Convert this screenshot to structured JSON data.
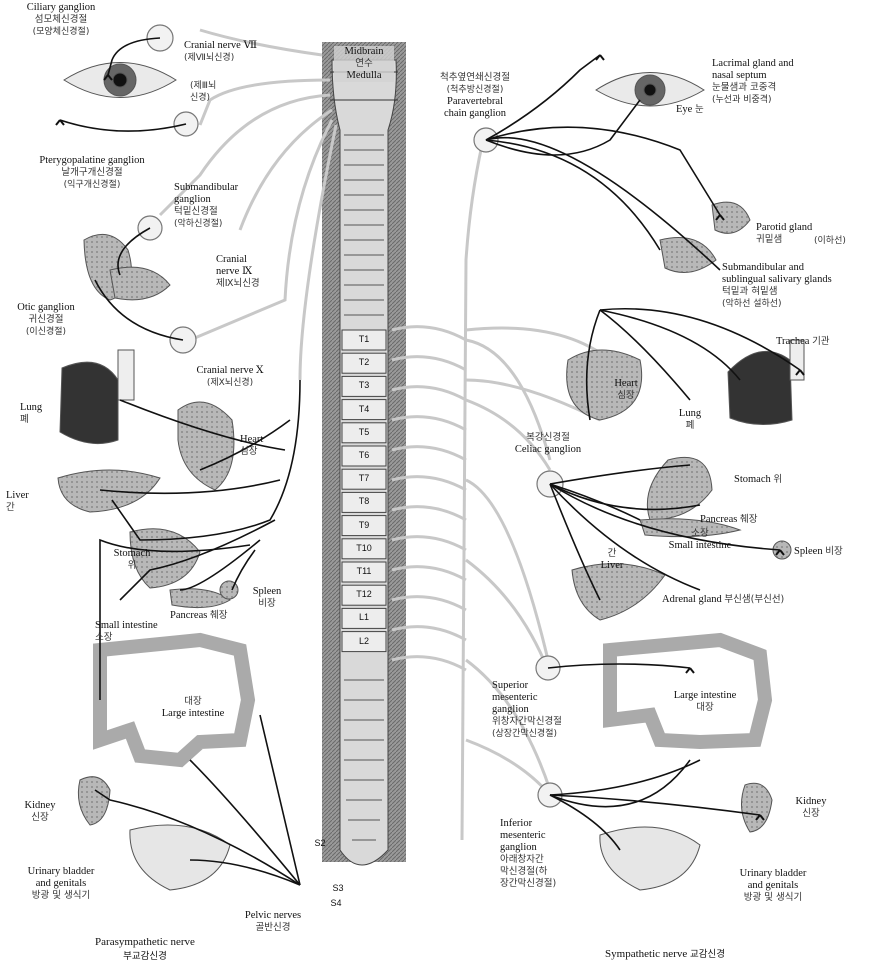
{
  "spinal_segments": [
    "T1",
    "T2",
    "T3",
    "T4",
    "T5",
    "T6",
    "T7",
    "T8",
    "T9",
    "T10",
    "T11",
    "T12",
    "L1",
    "L2"
  ],
  "sacral_labels": [
    "S2",
    "S3",
    "S4"
  ],
  "brain": {
    "line1": "Midbrain",
    "line2": "연수",
    "line3": "Medulla"
  },
  "left": {
    "ciliary": {
      "en": "Ciliary ganglion",
      "ko": "섬모체신경절",
      "paren": "(모양체신경절)"
    },
    "cn7": {
      "en": "Cranial nerve Ⅶ",
      "ko": "(제Ⅶ뇌신경)"
    },
    "cn3": {
      "l1": "(제Ⅲ뇌",
      "l2": "신경)"
    },
    "pterygo": {
      "en": "Pterygopalatine ganglion",
      "ko": "날개구개신경절",
      "paren": "(익구개신경절)"
    },
    "submand": {
      "l1": "Submandibular",
      "l2": "ganglion",
      "ko": "턱밑신경절",
      "paren": "(악하신경절)"
    },
    "cn9": {
      "l1": "Cranial",
      "l2": "nerve Ⅸ",
      "ko": "제Ⅸ뇌신경"
    },
    "otic": {
      "en": "Otic ganglion",
      "ko": "귀신경절",
      "paren": "(이신경절)"
    },
    "cn10": {
      "en": "Cranial nerve Ⅹ",
      "ko": "(제Ⅹ뇌신경)"
    },
    "lung": {
      "en": "Lung",
      "ko": "폐"
    },
    "heart": {
      "en": "Heart",
      "ko": "심장"
    },
    "liver": {
      "en": "Liver",
      "ko": "간"
    },
    "stomach": {
      "en": "Stomach",
      "ko": "위"
    },
    "pancreas": {
      "en": "Pancreas",
      "ko": "췌장"
    },
    "spleen": {
      "en": "Spleen",
      "ko": "비장"
    },
    "small_int": {
      "en": "Small intestine",
      "ko": "소장"
    },
    "large_int": {
      "ko": "대장",
      "en": "Large intestine"
    },
    "kidney": {
      "en": "Kidney",
      "ko": "신장"
    },
    "bladder": {
      "l1": "Urinary bladder",
      "l2": "and genitals",
      "ko": "방광 및 생식기"
    },
    "pelvic": {
      "en": "Pelvic nerves",
      "ko": "골반신경"
    },
    "footer": {
      "en": "Parasympathetic nerve",
      "ko": "부교감신경"
    }
  },
  "right": {
    "paravert": {
      "ko1": "척추옆연쇄신경절",
      "ko2": "(척추방신경절)",
      "en1": "Paravertebral",
      "en2": "chain ganglion"
    },
    "lacrimal": {
      "l1": "Lacrimal gland and",
      "l2": "nasal septum",
      "ko": "눈물샘과 코중격",
      "paren": "(누선과 비중격)"
    },
    "eye": {
      "en": "Eye",
      "ko": "눈"
    },
    "parotid": {
      "en": "Parotid gland",
      "ko": "귀밑샘",
      "paren": "(이하선)"
    },
    "submand_gl": {
      "l1": "Submandibular and",
      "l2": "sublingual salivary glands",
      "ko": "턱밑과 혀밑샘",
      "paren": "(악하선 설하선)"
    },
    "trachea": {
      "en": "Trachea",
      "ko": "기관"
    },
    "heart": {
      "en": "Heart",
      "ko": "심장"
    },
    "lung": {
      "en": "Lung",
      "ko": "폐"
    },
    "celiac": {
      "ko": "복강신경절",
      "en": "Celiac ganglion"
    },
    "stomach": {
      "en": "Stomach",
      "ko": "위"
    },
    "pancreas": {
      "en": "Pancreas",
      "ko": "췌장"
    },
    "small_int": {
      "ko": "소장",
      "en": "Small intestine"
    },
    "spleen": {
      "en": "Spleen",
      "ko": "비장"
    },
    "liver": {
      "ko": "간",
      "en": "Liver"
    },
    "adrenal": {
      "en": "Adrenal gland",
      "ko": "부신샘(부신선)"
    },
    "sup_mes": {
      "l1": "Superior",
      "l2": "mesenteric",
      "l3": "ganglion",
      "ko": "위창자간막신경절",
      "paren": "(상장간막신경절)"
    },
    "large_int": {
      "en": "Large intestine",
      "ko": "대장"
    },
    "kidney": {
      "en": "Kidney",
      "ko": "신장"
    },
    "inf_mes": {
      "l1": "Inferior",
      "l2": "mesenteric",
      "l3": "ganglion",
      "k1": "아래창자간",
      "k2": "막신경절(하",
      "k3": "장간막신경절)"
    },
    "bladder": {
      "l1": "Urinary bladder",
      "l2": "and genitals",
      "ko": "방광 및 생식기"
    },
    "footer": {
      "en": "Sympathetic nerve",
      "ko": "교감신경"
    }
  }
}
